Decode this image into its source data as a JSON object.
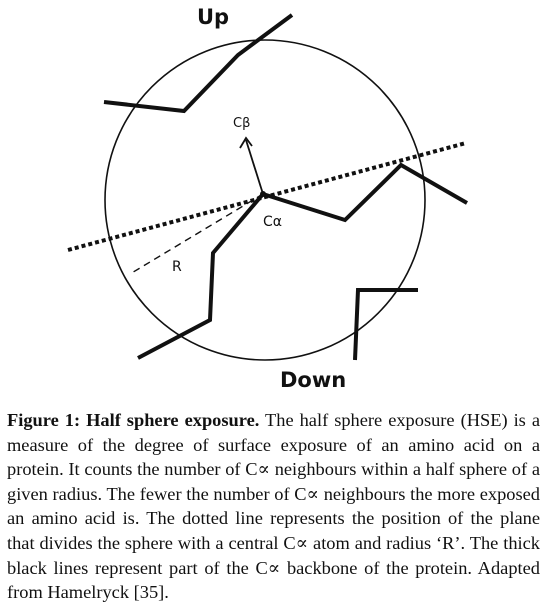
{
  "diagram": {
    "label_up": "Up",
    "label_down": "Down",
    "label_cbeta": "Cβ",
    "label_calpha": "Cα",
    "label_radius": "R"
  },
  "caption": {
    "title": "Figure 1: Half sphere exposure.",
    "body": " The half sphere exposure (HSE) is a measure of the degree of surface exposure of an amino acid on a protein. It counts the number of C∝ neighbours within a half sphere of a given radius. The fewer the number of C∝ neighbours the more exposed an amino acid is. The dotted line represents the position of the plane that divides the sphere with a central C∝ atom and radius ‘R’. The thick black lines represent part of the C∝ backbone of the protein. Adapted from Hamelryck [35]."
  }
}
